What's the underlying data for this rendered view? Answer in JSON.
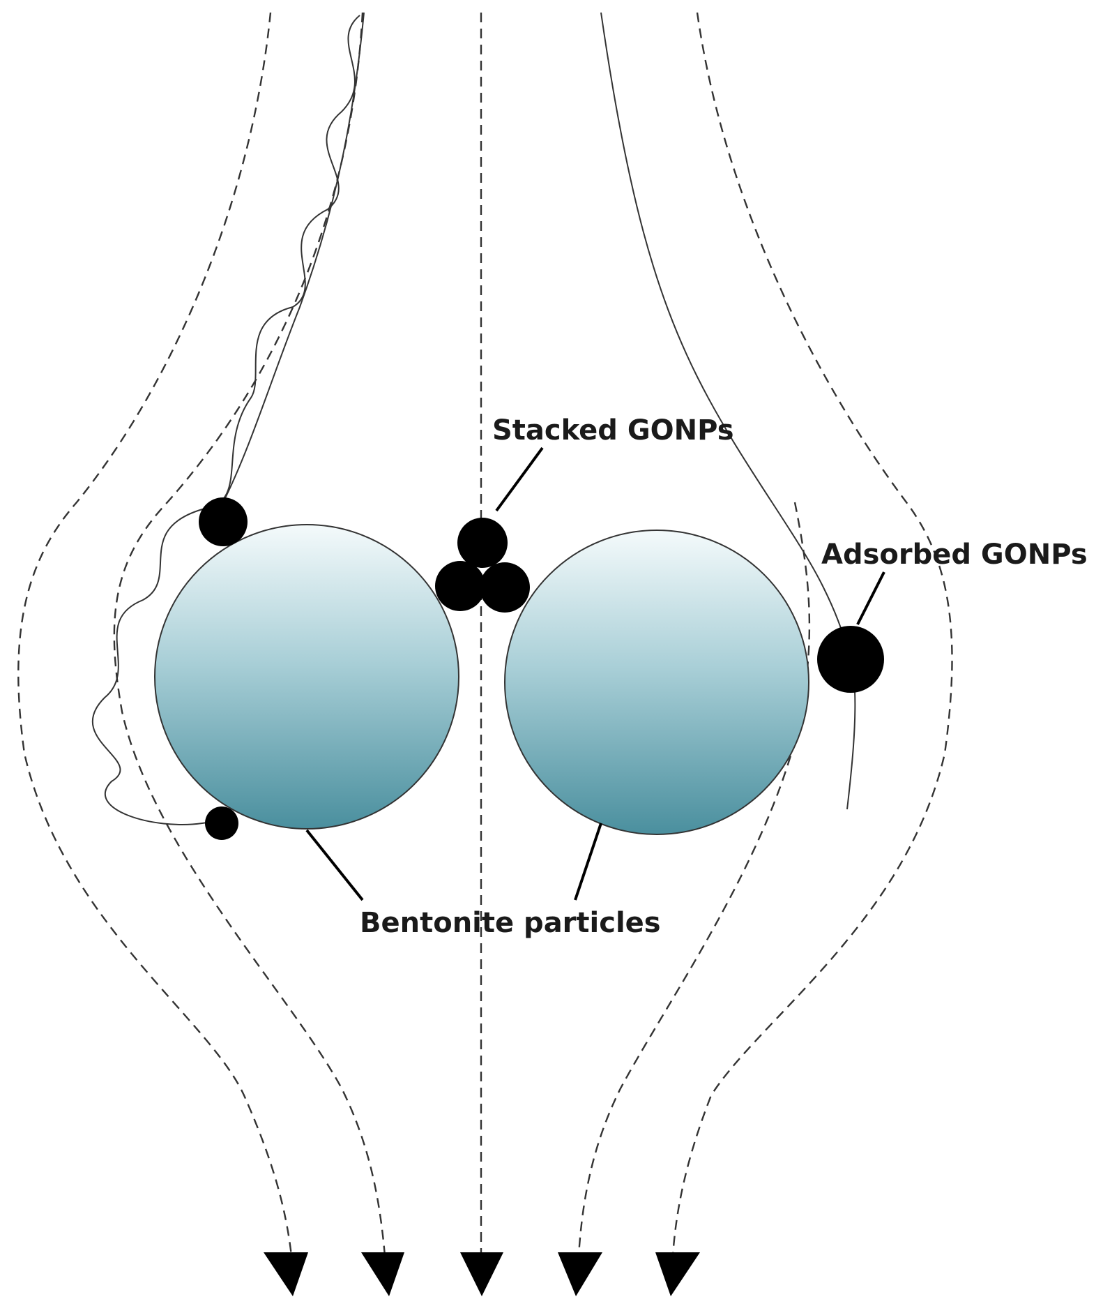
{
  "labels": {
    "stacked": "Stacked GONPs",
    "adsorbed": "Adsorbed GONPs",
    "bentonite": "Bentonite particles"
  },
  "colors": {
    "particle_top": "#f4fafb",
    "particle_bottom": "#4a8f9e",
    "gonp": "#000000",
    "line": "#333333"
  }
}
